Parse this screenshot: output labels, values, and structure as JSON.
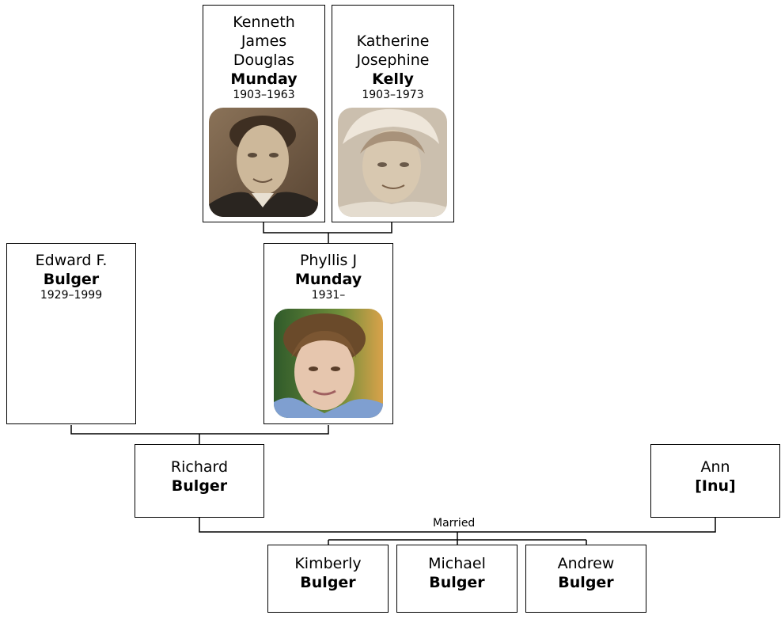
{
  "people": {
    "kenneth": {
      "given": "Kenneth\nJames\nDouglas",
      "surname": "Munday",
      "dates": "1903–1963",
      "photo": "sepia portrait of a man in a suit"
    },
    "katherine": {
      "given": "Katherine\nJosephine",
      "surname": "Kelly",
      "dates": "1903–1973",
      "photo": "sepia portrait of a woman wearing a headscarf"
    },
    "edward": {
      "given": "Edward F.",
      "surname": "Bulger",
      "dates": "1929–1999"
    },
    "phyllis": {
      "given": "Phyllis J",
      "surname": "Munday",
      "dates": "1931–",
      "photo": "color portrait of a young woman"
    },
    "richard": {
      "given": "Richard",
      "surname": "Bulger"
    },
    "ann": {
      "given": "Ann",
      "surname": "[Inu]"
    },
    "kimberly": {
      "given": "Kimberly",
      "surname": "Bulger"
    },
    "michael": {
      "given": "Michael",
      "surname": "Bulger"
    },
    "andrew": {
      "given": "Andrew",
      "surname": "Bulger"
    }
  },
  "marriage_label": "Married",
  "colors": {
    "line": "#000000",
    "box_border": "#000000",
    "background": "#ffffff"
  }
}
